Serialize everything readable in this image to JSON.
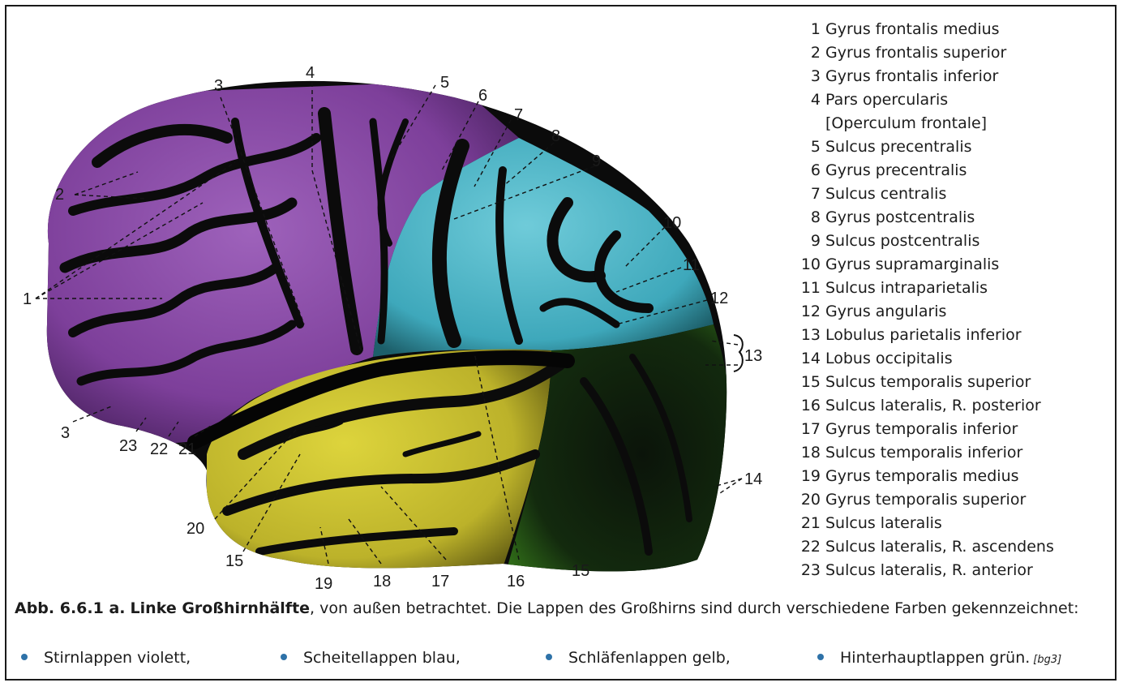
{
  "legend": [
    {
      "num": "1",
      "text": "Gyrus frontalis medius"
    },
    {
      "num": "2",
      "text": "Gyrus frontalis superior"
    },
    {
      "num": "3",
      "text": "Gyrus frontalis inferior"
    },
    {
      "num": "4",
      "text": "Pars opercularis"
    },
    {
      "num": "",
      "text": "[Operculum frontale]"
    },
    {
      "num": "5",
      "text": "Sulcus precentralis"
    },
    {
      "num": "6",
      "text": "Gyrus precentralis"
    },
    {
      "num": "7",
      "text": "Sulcus centralis"
    },
    {
      "num": "8",
      "text": "Gyrus postcentralis"
    },
    {
      "num": "9",
      "text": "Sulcus postcentralis"
    },
    {
      "num": "10",
      "text": "Gyrus supramarginalis"
    },
    {
      "num": "11",
      "text": "Sulcus intraparietalis"
    },
    {
      "num": "12",
      "text": "Gyrus angularis"
    },
    {
      "num": "13",
      "text": "Lobulus parietalis inferior"
    },
    {
      "num": "14",
      "text": "Lobus occipitalis"
    },
    {
      "num": "15",
      "text": "Sulcus temporalis superior"
    },
    {
      "num": "16",
      "text": "Sulcus lateralis, R. posterior"
    },
    {
      "num": "17",
      "text": "Gyrus temporalis inferior"
    },
    {
      "num": "18",
      "text": "Sulcus temporalis inferior"
    },
    {
      "num": "19",
      "text": "Gyrus temporalis medius"
    },
    {
      "num": "20",
      "text": "Gyrus temporalis superior"
    },
    {
      "num": "21",
      "text": "Sulcus lateralis"
    },
    {
      "num": "22",
      "text": "Sulcus lateralis, R. ascendens"
    },
    {
      "num": "23",
      "text": "Sulcus lateralis, R. anterior"
    }
  ],
  "caption": {
    "label": "Abb. 6.6.1 a.",
    "title": "Linke Großhirnhälfte",
    "text": ", von außen betrachtet. Die Lappen des Großhirns sind durch verschiedene Farben gekennzeich­net:",
    "lobes": [
      "Stirnlappen violett,",
      "Scheitellappen blau,",
      "Schläfenlappen gelb,",
      "Hinterhauptlappen grün."
    ],
    "tag": "[bg3]"
  },
  "figure": {
    "labels": [
      "1",
      "2",
      "3",
      "4",
      "5",
      "6",
      "7",
      "8",
      "9",
      "10",
      "11",
      "12",
      "13",
      "14",
      "15",
      "16",
      "17",
      "18",
      "19",
      "20",
      "21",
      "22",
      "23",
      "3",
      "15"
    ]
  },
  "colors": {
    "frontal": "#8a4fa6",
    "parietal": "#4fb7c9",
    "temporal": "#c9c02e",
    "occipital": "#1d3d12",
    "sulcus": "#0b0b0b",
    "bullet": "#2e72a8"
  }
}
